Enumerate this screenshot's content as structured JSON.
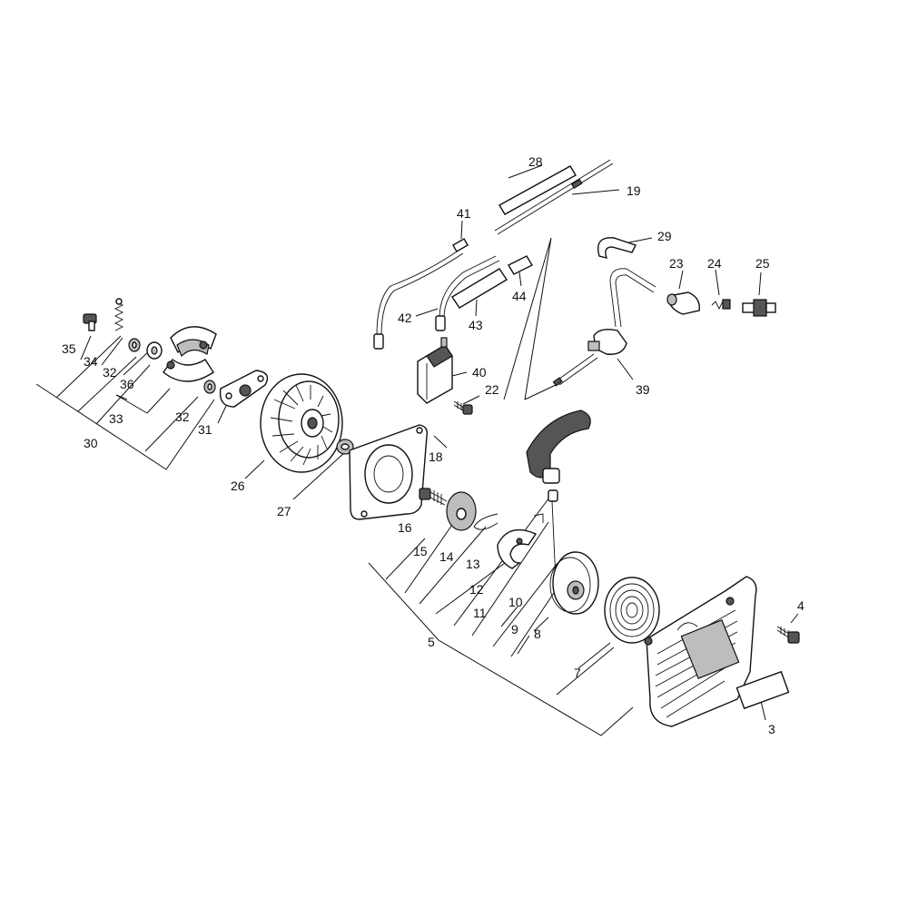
{
  "callouts": {
    "c3": "3",
    "c4": "4",
    "c5": "5",
    "c7": "7",
    "c8": "8",
    "c9": "9",
    "c10": "10",
    "c11": "11",
    "c12": "12",
    "c13": "13",
    "c14": "14",
    "c15": "15",
    "c16": "16",
    "c18": "18",
    "c19": "19",
    "c22": "22",
    "c23": "23",
    "c24": "24",
    "c25": "25",
    "c26": "26",
    "c27": "27",
    "c28": "28",
    "c29": "29",
    "c30": "30",
    "c31": "31",
    "c32a": "32",
    "c32b": "32",
    "c33": "33",
    "c34": "34",
    "c35": "35",
    "c36": "36",
    "c39": "39",
    "c40": "40",
    "c41": "41",
    "c42": "42",
    "c43": "43",
    "c44": "44"
  }
}
